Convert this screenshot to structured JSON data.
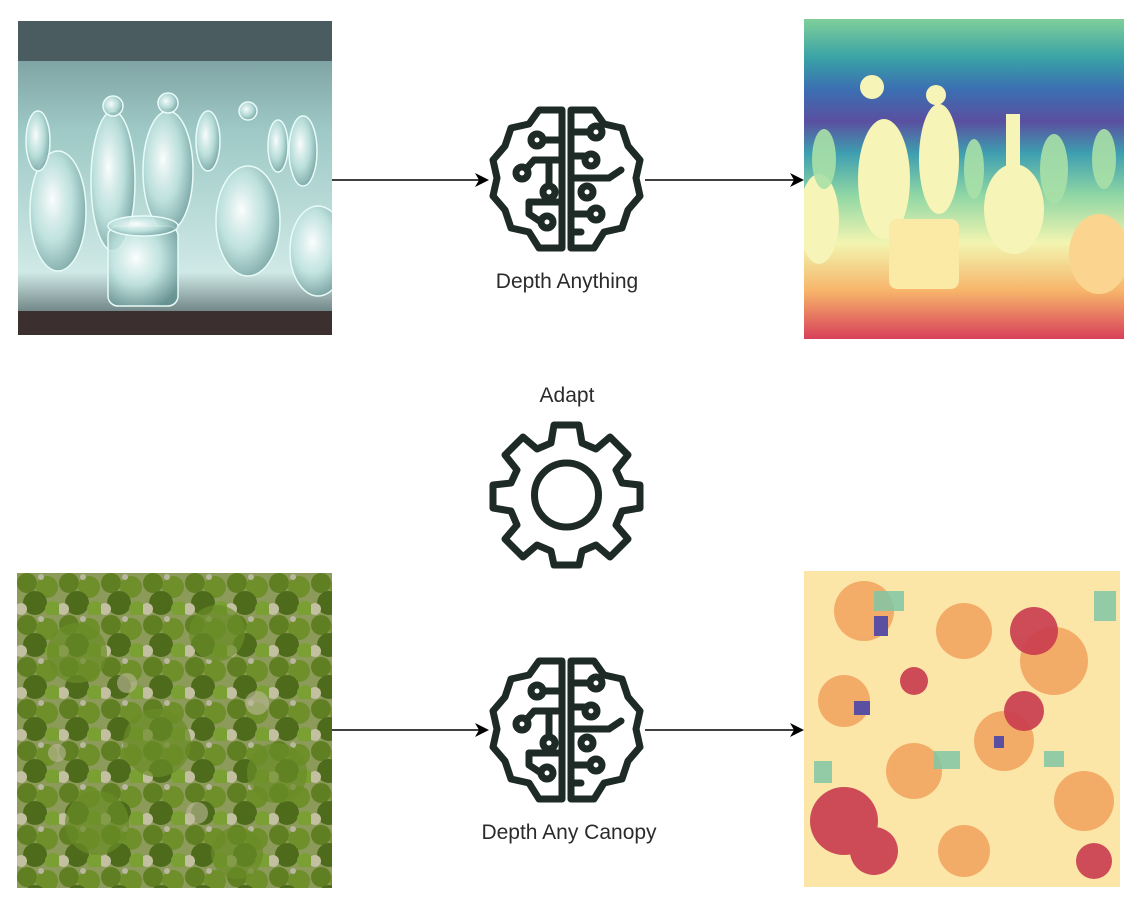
{
  "top_row": {
    "model_label": "Depth Anything",
    "input_image": "glass-bottles-photo",
    "output_image": "depth-map"
  },
  "adapt": {
    "label": "Adapt",
    "icon": "gear-icon"
  },
  "bottom_row": {
    "model_label": "Depth Any Canopy",
    "input_image": "aerial-forest-canopy-photo",
    "output_image": "canopy-height-map"
  },
  "icons": {
    "model_icon": "brain-circuit-icon"
  },
  "colors": {
    "icon_stroke": "#1d2a26",
    "arrow": "#000000",
    "text": "#2b2b2b"
  }
}
